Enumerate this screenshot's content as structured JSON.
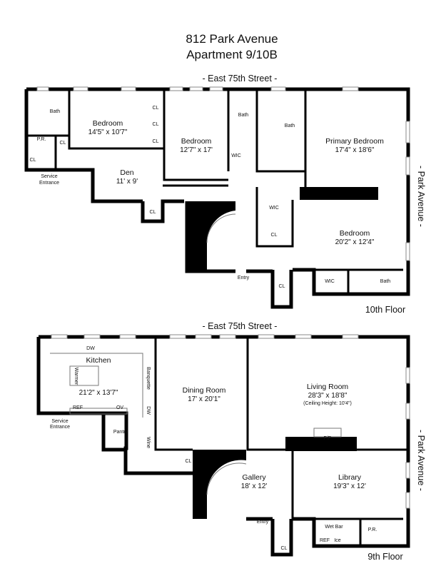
{
  "title": {
    "line1": "812 Park Avenue",
    "line2": "Apartment 9/10B"
  },
  "floor10": {
    "street_top": "- East 75th Street -",
    "street_right": "- Park Avenue -",
    "floor_label": "10th Floor",
    "rooms": {
      "bath1": "Bath",
      "pr": "P.R.",
      "cl1": "CL",
      "cl2": "CL",
      "service_entrance_1": "Service",
      "service_entrance_2": "Entrance",
      "bedroom1_name": "Bedroom",
      "bedroom1_dim": "14'5\" x 10'7\"",
      "cl_a": "CL",
      "cl_b": "CL",
      "cl_c": "CL",
      "bedroom2_name": "Bedroom",
      "bedroom2_dim": "12'7\" x 17'",
      "den_name": "Den",
      "den_dim": "11' x 9'",
      "den_cl": "CL",
      "bath2": "Bath",
      "wic1": "WIC",
      "bath3": "Bath",
      "primary_name": "Primary Bedroom",
      "primary_dim": "17'4\" x 18'6\"",
      "wic2": "WIC",
      "cl3": "CL",
      "bedroom3_name": "Bedroom",
      "bedroom3_dim": "20'2\" x 12'4\"",
      "wic3": "WIC",
      "bath4": "Bath",
      "entry": "Entry",
      "entry_cl": "CL"
    }
  },
  "floor9": {
    "street_top": "- East 75th Street -",
    "street_right": "- Park Avenue -",
    "floor_label": "9th Floor",
    "rooms": {
      "dw1": "DW",
      "kitchen_name": "Kitchen",
      "warmer": "Warmer",
      "kitchen_dim": "21'2\" x 13'7\"",
      "ref": "REF",
      "ov": "OV",
      "banquette": "Banquette",
      "dw2": "DW",
      "wine": "Wine",
      "service_entrance_1": "Service",
      "service_entrance_2": "Entrance",
      "pantry": "Pantry",
      "dining_name": "Dining Room",
      "dining_dim": "17' x 20'1\"",
      "living_name": "Living Room",
      "living_dim": "28'3\" x 18'8\"",
      "living_note": "(Ceiling Height: 10'4\")",
      "fp": "F/P",
      "cl1": "CL",
      "gallery_name": "Gallery",
      "gallery_dim": "18' x 12'",
      "library_name": "Library",
      "library_dim": "19'3\" x 12'",
      "wet_bar": "Wet Bar",
      "ref2": "REF",
      "ice": "Ice",
      "pr": "P.R.",
      "entry": "Entry",
      "entry_cl": "CL"
    }
  }
}
